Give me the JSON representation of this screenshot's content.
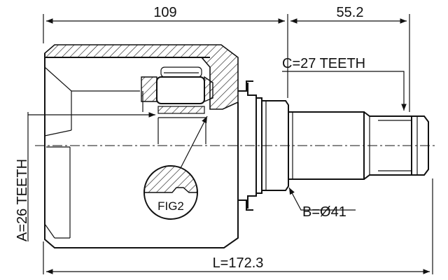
{
  "diagram": {
    "dimensions": {
      "width_housing": "109",
      "width_shaft": "55.2",
      "overall_length": "L=172.3",
      "inner_teeth": "A=26 TEETH",
      "outer_teeth": "C=27 TEETH",
      "diameter": "B=Ø41"
    },
    "detail_label": "FIG2"
  }
}
